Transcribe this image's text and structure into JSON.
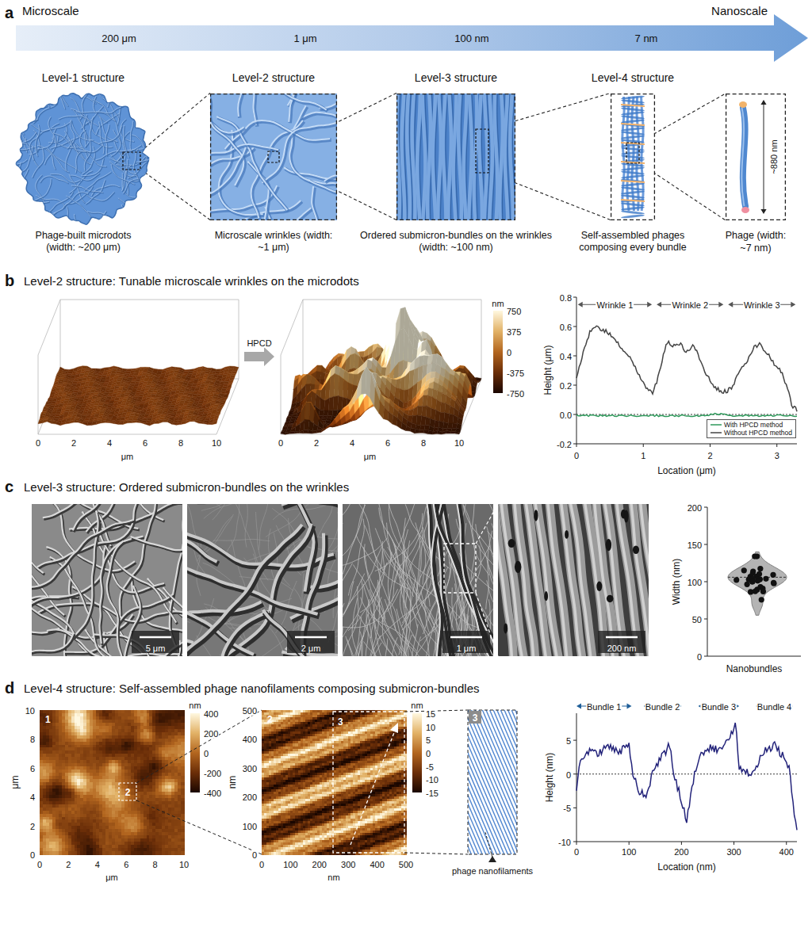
{
  "diagram": {
    "nodes": [
      {
        "text": [
          "Level-1 structure",
          "Phage-built microdots (width: ~200 μm)"
        ]
      },
      {
        "text": [
          "Level-2 structure",
          "Microscale wrinkles (width: ~1 μm)"
        ]
      },
      {
        "text": [
          "Level-3 structure",
          "Ordered submicron-bundles on the wrinkles (width: ~100 nm)"
        ]
      },
      {
        "text": [
          "Level-4 structure",
          "Self-assembled phages composing every bundle"
        ]
      },
      {
        "text": [
          "~880 nm",
          "Phage (width: ~7 nm)"
        ]
      }
    ],
    "edges": [
      {
        "from": 0,
        "to": 1,
        "arrow": "none"
      },
      {
        "from": 1,
        "to": 2,
        "arrow": "none"
      },
      {
        "from": 2,
        "to": 3,
        "arrow": "none"
      },
      {
        "from": 3,
        "to": 4,
        "arrow": "none"
      }
    ],
    "labels": [
      "a",
      "Microscale",
      "Nanoscale",
      "200 μm",
      "1 μm",
      "100 nm",
      "7 nm",
      "b",
      "Level-2 structure: Tunable microscale wrinkles on the microdots",
      "HPCD",
      "0",
      "2",
      "4",
      "6",
      "8",
      "10",
      "μm",
      "0",
      "2",
      "4",
      "6",
      "8",
      "10",
      "μm",
      "nm",
      "750",
      "375",
      "0",
      "-375",
      "-750",
      "Wrinkle 1",
      "Wrinkle 2",
      "Wrinkle 3",
      "0.8",
      "0.6",
      "0.4",
      "0.2",
      "0.0",
      "-0.2",
      "Height (μm)",
      "0",
      "1",
      "2",
      "3",
      "Location (μm)",
      "c",
      "Level-3 structure: Ordered submicron-bundles on the wrinkles",
      "5 μm",
      "2 μm",
      "1 μm",
      "200 nm",
      "200",
      "150",
      "100",
      "50",
      "0",
      "Width (nm)",
      "Nanobundles",
      "d",
      "Level-4 structure: Self-assembled phage nanofilaments composing submicron-bundles",
      "1",
      "10",
      "8",
      "6",
      "4",
      "2",
      "0",
      "μm",
      "0",
      "2",
      "4",
      "6",
      "8",
      "10",
      "μm",
      "2",
      "nm",
      "400",
      "200",
      "0",
      "-200",
      "-400",
      "2",
      "500",
      "400",
      "300",
      "200",
      "100",
      "0",
      "nm",
      "0",
      "100",
      "200",
      "300",
      "400",
      "500",
      "nm",
      "3",
      "nm",
      "15",
      "10",
      "5",
      "0",
      "-5",
      "-10",
      "-15",
      "3",
      "phage nanofilaments",
      "Bundle 1",
      "Bundle 2",
      "Bundle 3",
      "Bundle 4",
      "5",
      "0",
      "-5",
      "-10",
      "Height (nm)",
      "0",
      "100",
      "200",
      "300",
      "400",
      "Location (nm)"
    ],
    "legend": [
      {
        "text": "With HPCD method"
      },
      {
        "text": "Without HPCD method"
      }
    ]
  }
}
